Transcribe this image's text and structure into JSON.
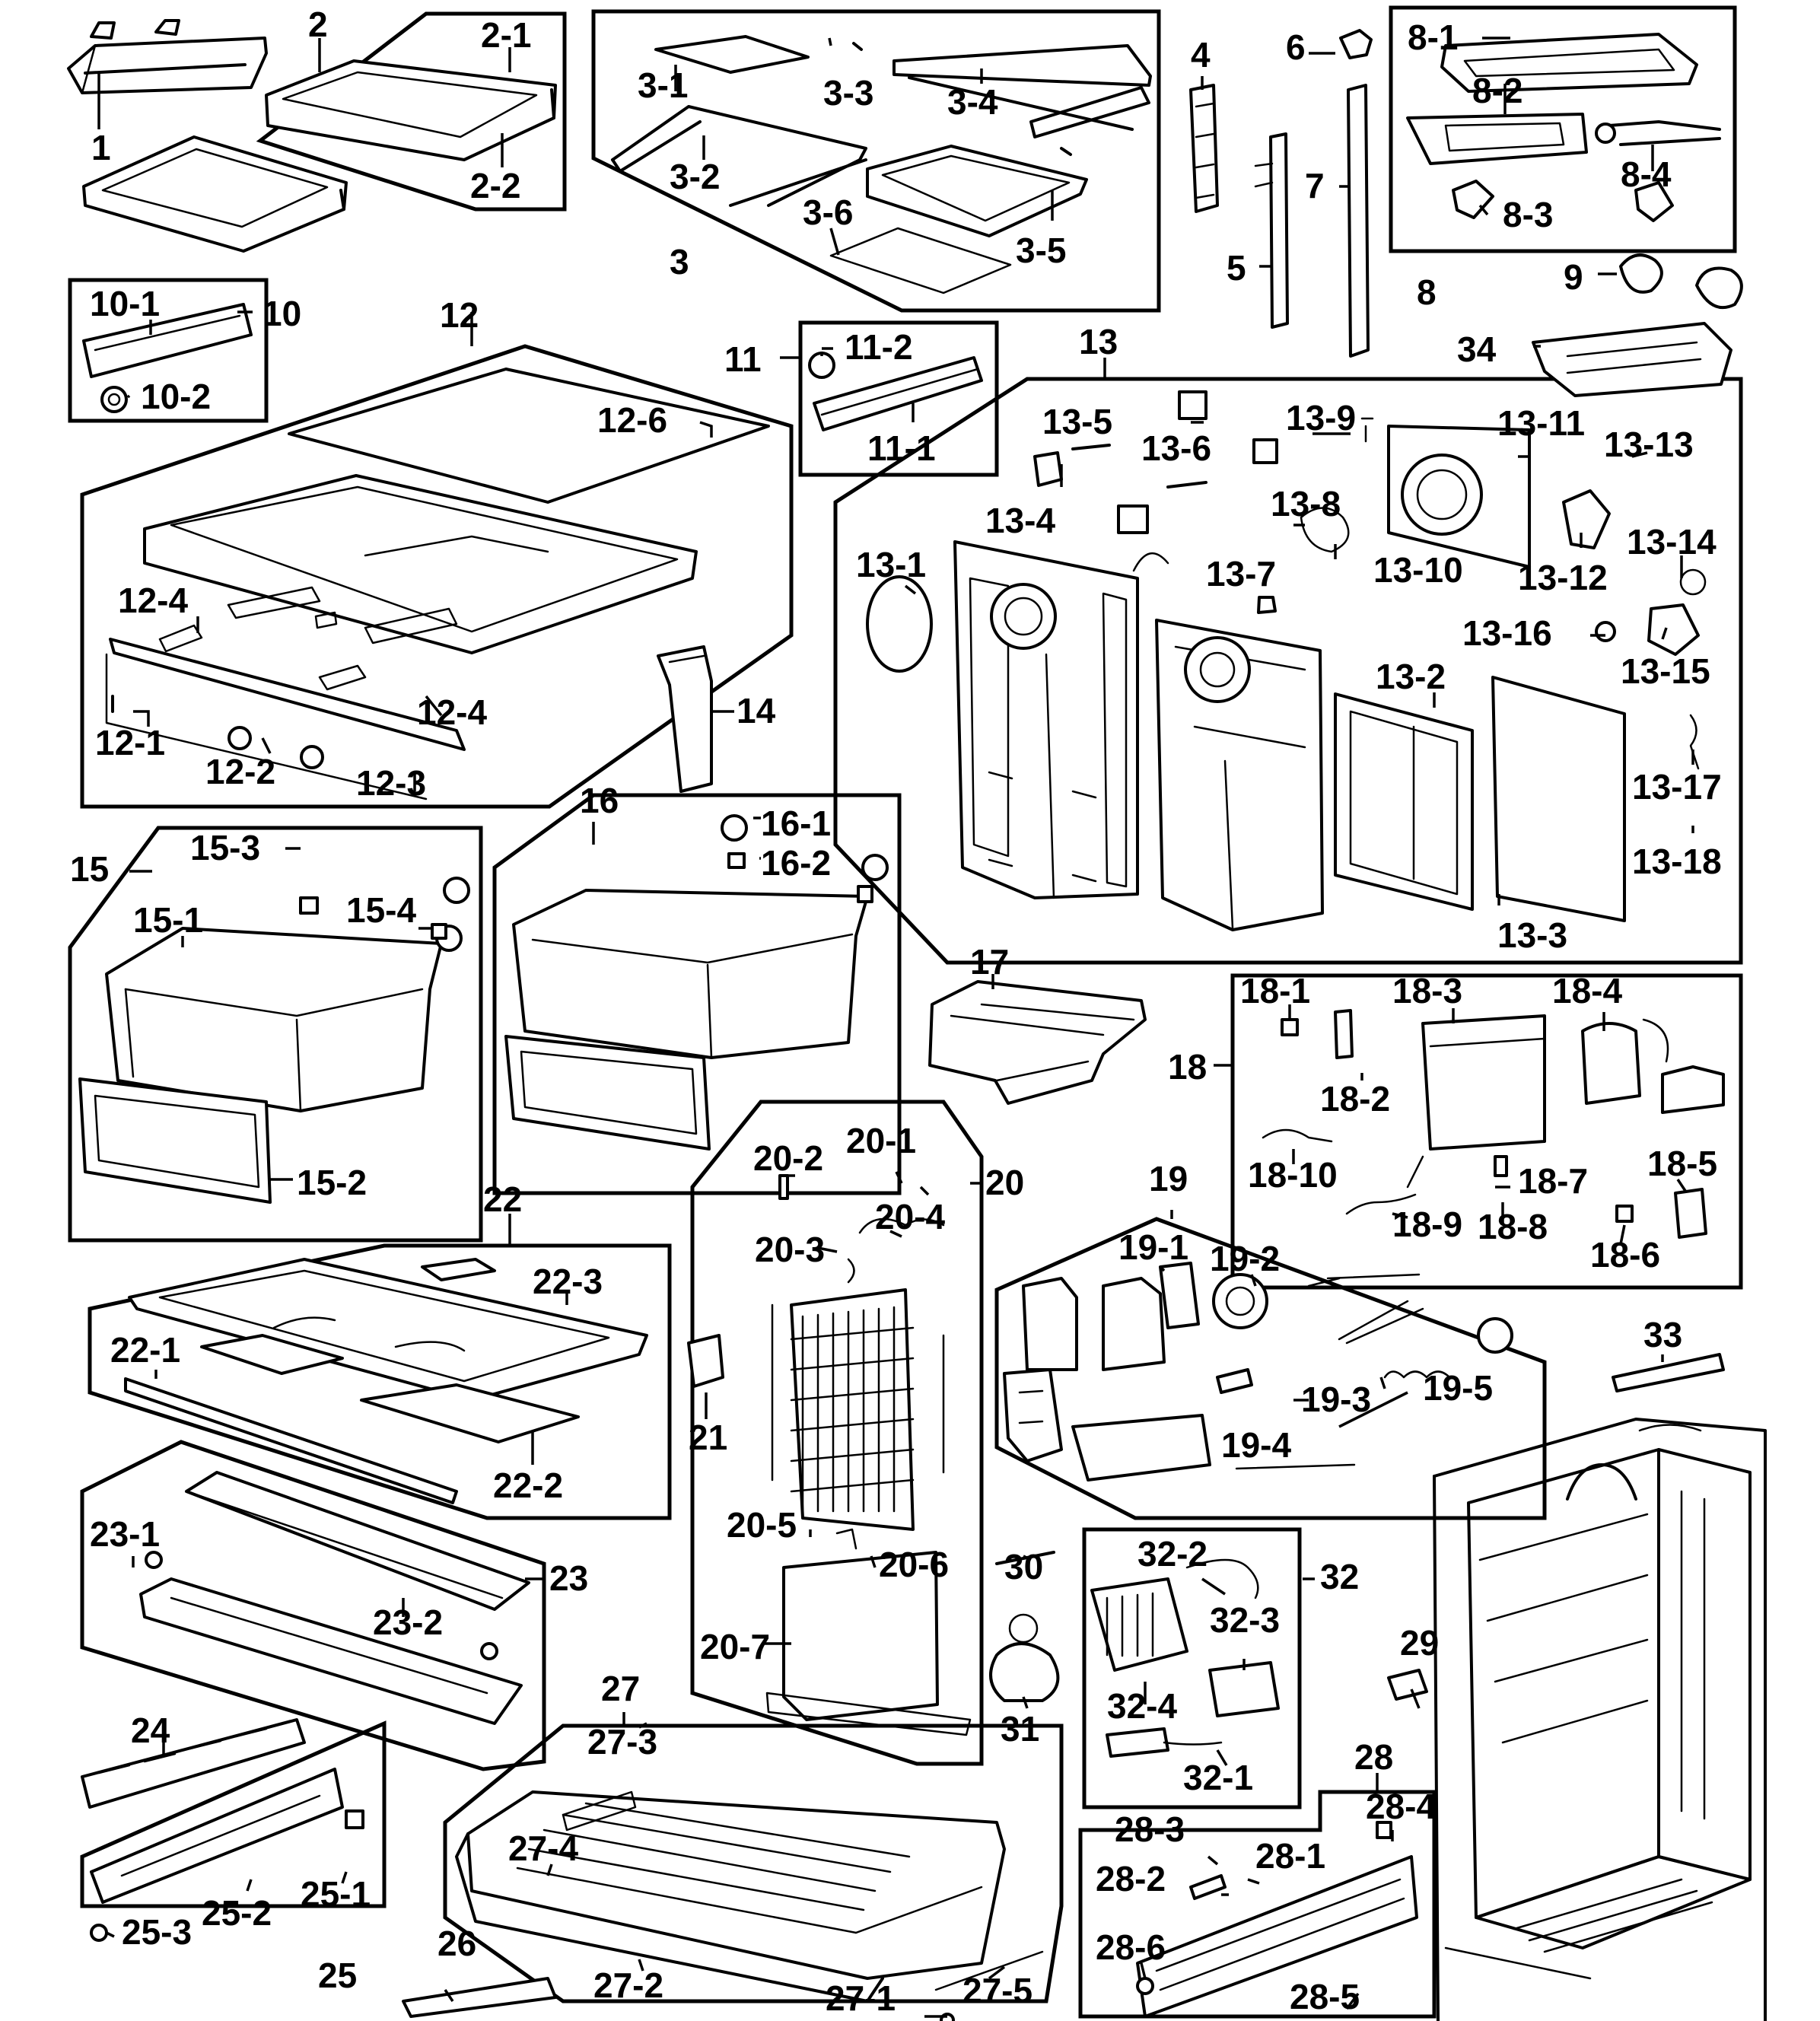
{
  "diagram": {
    "labels": {
      "p1": "1",
      "p2": "2",
      "p2_1": "2-1",
      "p2_2": "2-2",
      "p3": "3",
      "p3_1": "3-1",
      "p3_2": "3-2",
      "p3_3": "3-3",
      "p3_4": "3-4",
      "p3_5": "3-5",
      "p3_6": "3-6",
      "p4": "4",
      "p5": "5",
      "p6": "6",
      "p7": "7",
      "p8": "8",
      "p8_1": "8-1",
      "p8_2": "8-2",
      "p8_3": "8-3",
      "p8_4": "8-4",
      "p9": "9",
      "p34": "34",
      "p10": "10",
      "p10_1": "10-1",
      "p10_2": "10-2",
      "p11": "11",
      "p11_1": "11-1",
      "p11_2": "11-2",
      "p12": "12",
      "p12_1": "12-1",
      "p12_2": "12-2",
      "p12_3": "12-3",
      "p12_4a": "12-4",
      "p12_4b": "12-4",
      "p12_6": "12-6",
      "p13": "13",
      "p13_1": "13-1",
      "p13_2": "13-2",
      "p13_3": "13-3",
      "p13_4": "13-4",
      "p13_5": "13-5",
      "p13_6": "13-6",
      "p13_7": "13-7",
      "p13_8": "13-8",
      "p13_9": "13-9",
      "p13_10": "13-10",
      "p13_11": "13-11",
      "p13_12": "13-12",
      "p13_13": "13-13",
      "p13_14": "13-14",
      "p13_15": "13-15",
      "p13_16": "13-16",
      "p13_17": "13-17",
      "p13_18": "13-18",
      "p14": "14",
      "p15": "15",
      "p15_1": "15-1",
      "p15_2": "15-2",
      "p15_3": "15-3",
      "p15_4": "15-4",
      "p16": "16",
      "p16_1": "16-1",
      "p16_2": "16-2",
      "p17": "17",
      "p18": "18",
      "p18_1": "18-1",
      "p18_2": "18-2",
      "p18_3": "18-3",
      "p18_4": "18-4",
      "p18_5": "18-5",
      "p18_6": "18-6",
      "p18_7": "18-7",
      "p18_8": "18-8",
      "p18_9": "18-9",
      "p18_10": "18-10",
      "p19": "19",
      "p19_1": "19-1",
      "p19_2": "19-2",
      "p19_3": "19-3",
      "p19_4": "19-4",
      "p19_5": "19-5",
      "p20": "20",
      "p20_1": "20-1",
      "p20_2": "20-2",
      "p20_3": "20-3",
      "p20_4": "20-4",
      "p20_5": "20-5",
      "p20_6": "20-6",
      "p20_7": "20-7",
      "p21": "21",
      "p22": "22",
      "p22_1": "22-1",
      "p22_2": "22-2",
      "p22_3": "22-3",
      "p23": "23",
      "p23_1": "23-1",
      "p23_2": "23-2",
      "p24": "24",
      "p25": "25",
      "p25_1": "25-1",
      "p25_2": "25-2",
      "p25_3": "25-3",
      "p26": "26",
      "p27": "27",
      "p27_1": "27-1",
      "p27_2": "27-2",
      "p27_3": "27-3",
      "p27_4": "27-4",
      "p27_5": "27-5",
      "p28": "28",
      "p28_1": "28-1",
      "p28_2": "28-2",
      "p28_3": "28-3",
      "p28_4": "28-4",
      "p28_5": "28-5",
      "p28_6": "28-6",
      "p29": "29",
      "p30": "30",
      "p31": "31",
      "p32": "32",
      "p32_1": "32-1",
      "p32_2": "32-2",
      "p32_3": "32-3",
      "p32_4": "32-4",
      "p33": "33"
    }
  }
}
